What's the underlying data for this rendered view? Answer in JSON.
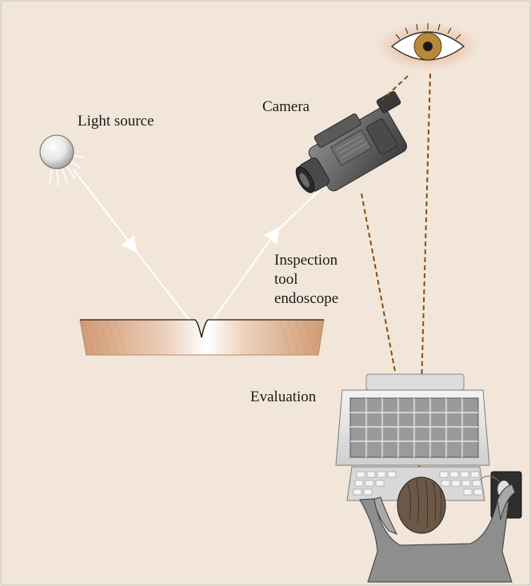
{
  "labels": {
    "light_source": "Light source",
    "camera": "Camera",
    "inspection_line1": "Inspection",
    "inspection_line2": "tool",
    "inspection_line3": "endoscope",
    "evaluation": "Evaluation"
  },
  "colors": {
    "background": "#f1e6d9",
    "border": "#c8b8a6",
    "light_ray": "#ffffff",
    "sight_line": "#8b4a12",
    "eye_halo": "#e8c7ae",
    "iris": "#b8893a",
    "surface_edge": "#d7a47e"
  },
  "icons": {
    "light": "lamp-sphere-icon",
    "camera": "video-camera-icon",
    "eye": "eye-icon",
    "workstation": "computer-operator-icon"
  }
}
